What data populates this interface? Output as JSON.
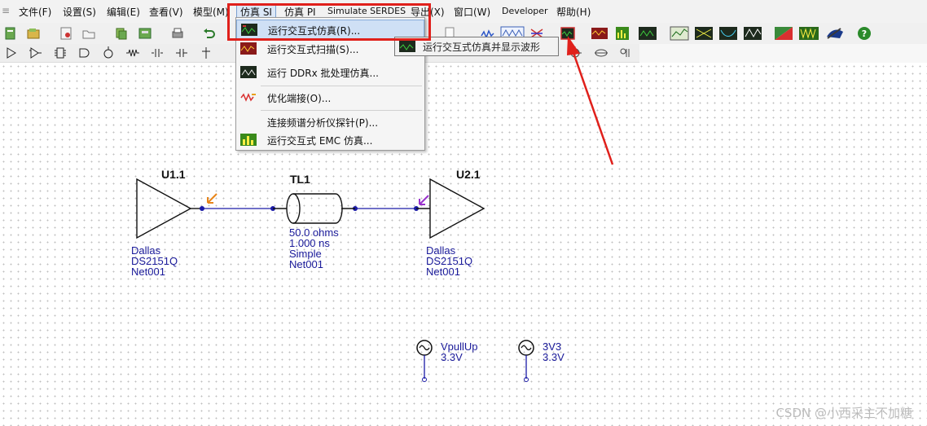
{
  "menu": {
    "items": [
      "文件(F)",
      "设置(S)",
      "编辑(E)",
      "查看(V)",
      "模型(M)",
      "仿真 SI",
      "仿真 PI",
      "Simulate SERDES",
      "导出(X)",
      "窗口(W)",
      "Developer",
      "帮助(H)"
    ],
    "active": "仿真 SI"
  },
  "dropdown": {
    "items": [
      {
        "label": "运行交互式仿真(R)...",
        "icon": "interactive-sim-icon"
      },
      {
        "label": "运行交互式扫描(S)...",
        "icon": "sweep-icon"
      },
      {
        "label": "运行 DDRx 批处理仿真...",
        "icon": "ddrx-icon"
      },
      {
        "label": "优化端接(O)...",
        "icon": "optimize-termination-icon"
      },
      {
        "label": "连接频谱分析仪探针(P)...",
        "icon": "spectrum-probe-icon"
      },
      {
        "label": "运行交互式 EMC 仿真...",
        "icon": "emc-icon"
      }
    ]
  },
  "tooltip": {
    "text": "运行交互式仿真并显示波形"
  },
  "schematic": {
    "u11": {
      "ref": "U1.1",
      "vendor": "Dallas",
      "part": "DS2151Q",
      "net": "Net001"
    },
    "tl1": {
      "ref": "TL1",
      "impedance": "50.0 ohms",
      "delay": "1.000 ns",
      "model": "Simple",
      "net": "Net001"
    },
    "u21": {
      "ref": "U2.1",
      "vendor": "Dallas",
      "part": "DS2151Q",
      "net": "Net001"
    },
    "vpullup": {
      "name": "VpullUp",
      "voltage": "3.3V"
    },
    "v3v3": {
      "name": "3V3",
      "voltage": "3.3V"
    }
  },
  "colors": {
    "highlight": "#e0201b",
    "wire": "#1a1aa6",
    "label_blue": "#1a1a9a"
  },
  "watermark": "CSDN @小西采主不加糖"
}
